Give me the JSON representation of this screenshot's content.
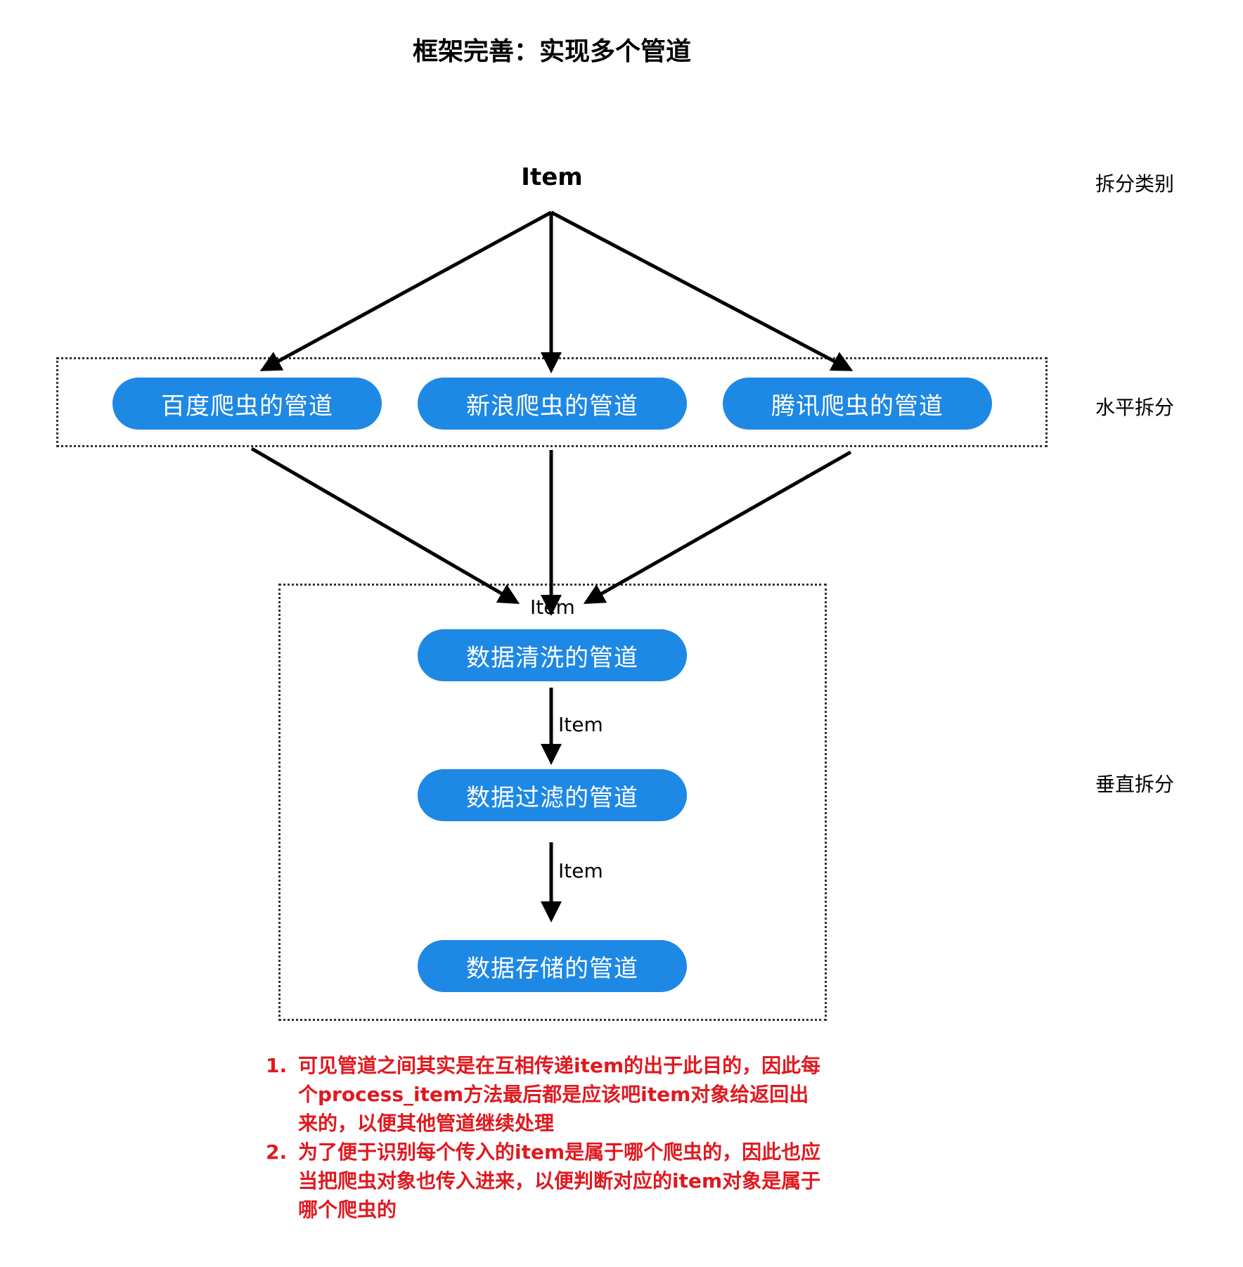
{
  "title": "框架完善：实现多个管道",
  "root_item": "Item",
  "side_labels": {
    "split_category": "拆分类别",
    "horizontal": "水平拆分",
    "vertical": "垂直拆分"
  },
  "horizontal_pipelines": [
    "百度爬虫的管道",
    "新浪爬虫的管道",
    "腾讯爬虫的管道"
  ],
  "vertical_pipelines": [
    "数据清洗的管道",
    "数据过滤的管道",
    "数据存储的管道"
  ],
  "flow_labels": [
    "Item",
    "Item",
    "Item"
  ],
  "notes": [
    {
      "num": "1.",
      "text": "可见管道之间其实是在互相传递item的出于此目的，因此每个process_item方法最后都是应该吧item对象给返回出来的，以便其他管道继续处理"
    },
    {
      "num": "2.",
      "text": "为了便于识别每个传入的item是属于哪个爬虫的，因此也应当把爬虫对象也传入进来，以便判断对应的item对象是属于哪个爬虫的"
    }
  ],
  "colors": {
    "pill": "#1e88e5",
    "pill_text": "#ffffff",
    "notes": "#e0191f",
    "arrow": "#000000"
  }
}
